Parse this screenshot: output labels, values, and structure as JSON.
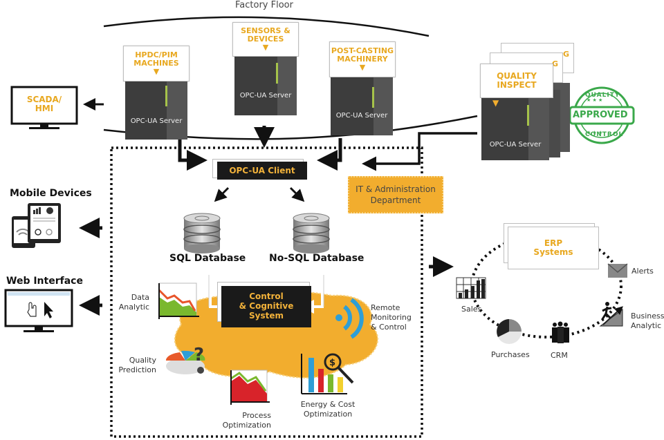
{
  "title": "Factory Floor",
  "factory_floor": {
    "machines": [
      {
        "label_line1": "HPDC/PIM",
        "label_line2": "MACHINES",
        "server_label": "OPC-UA Server"
      },
      {
        "label_line1": "SENSORS &",
        "label_line2": "DEVICES",
        "server_label": "OPC-UA Server"
      },
      {
        "label_line1": "POST-CASTING",
        "label_line2": "MACHINERY",
        "server_label": "OPC-UA Server"
      }
    ]
  },
  "quality": {
    "label_line1": "QUALITY",
    "label_line2": "INSPECT",
    "stack_hint": "G",
    "server_label": "OPC-UA Server",
    "stamp": {
      "top": "QUALITY",
      "center": "APPROVED",
      "bottom": "CONTROL"
    }
  },
  "left_clients": {
    "scada": {
      "line1": "SCADA/",
      "line2": "HMI"
    },
    "mobile": {
      "title": "Mobile Devices"
    },
    "web": {
      "title": "Web Interface"
    }
  },
  "it_zone": {
    "client_label": "OPC-UA Client",
    "it_department": {
      "line1": "IT & Administration",
      "line2": "Department"
    },
    "databases": [
      {
        "label": "SQL Database"
      },
      {
        "label": "No-SQL Database"
      }
    ],
    "control_system": {
      "line1": "Control",
      "line2": "& Cognitive",
      "line3": "System"
    },
    "features": {
      "data_analytic": {
        "line1": "Data",
        "line2": "Analytic"
      },
      "remote": {
        "line1": "Remote",
        "line2": "Monitoring",
        "line3": "& Control"
      },
      "quality_prediction": {
        "line1": "Quality",
        "line2": "Prediction"
      },
      "process_optimization": {
        "line1": "Process",
        "line2": "Optimization"
      },
      "energy": {
        "line1": "Energy & Cost",
        "line2": "Optimization"
      }
    }
  },
  "erp": {
    "title_line1": "ERP",
    "title_line2": "Systems",
    "nodes": {
      "alerts": "Alerts",
      "business_line1": "Business",
      "business_line2": "Analytic",
      "crm": "CRM",
      "purchases": "Purchases",
      "sales": "Sales"
    }
  },
  "colors": {
    "accent_orange": "#f2ad2e",
    "label_orange": "#e8a820",
    "server_dark": "#3d3d3d",
    "stamp_green": "#3aa84a",
    "remote_blue": "#2e9ed6"
  }
}
